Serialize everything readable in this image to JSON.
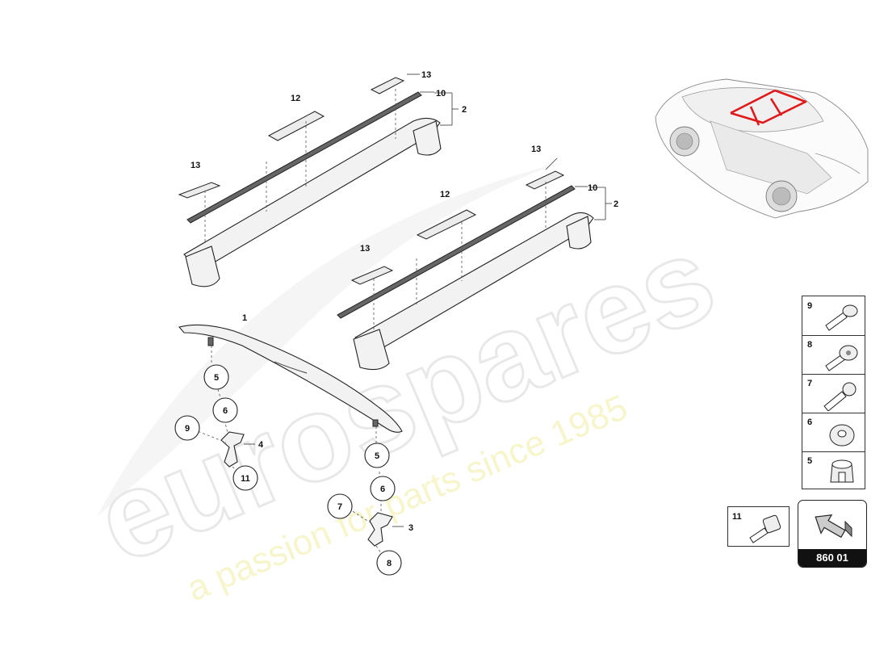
{
  "watermark": {
    "brand": "eurospares",
    "tagline": "a passion for parts since 1985"
  },
  "callouts": {
    "p1": "1",
    "p2a": "2",
    "p2b": "2",
    "p3": "3",
    "p4": "4",
    "p5a": "5",
    "p5b": "5",
    "p6a": "6",
    "p6b": "6",
    "p7": "7",
    "p8": "8",
    "p9": "9",
    "p10a": "10",
    "p10b": "10",
    "p11": "11",
    "p12a": "12",
    "p12b": "12",
    "p13a": "13",
    "p13b": "13",
    "p13c": "13",
    "p13d": "13"
  },
  "hardware_legend": [
    {
      "number": "9",
      "icon": "bolt-icon"
    },
    {
      "number": "8",
      "icon": "flange-bolt-icon"
    },
    {
      "number": "7",
      "icon": "countersunk-bolt-icon"
    },
    {
      "number": "6",
      "icon": "washer-icon"
    },
    {
      "number": "5",
      "icon": "nut-cap-icon"
    }
  ],
  "hardware_single": {
    "number": "11",
    "icon": "bolt-icon"
  },
  "diagram_code": "860 01",
  "highlight_color": "#e0191b"
}
